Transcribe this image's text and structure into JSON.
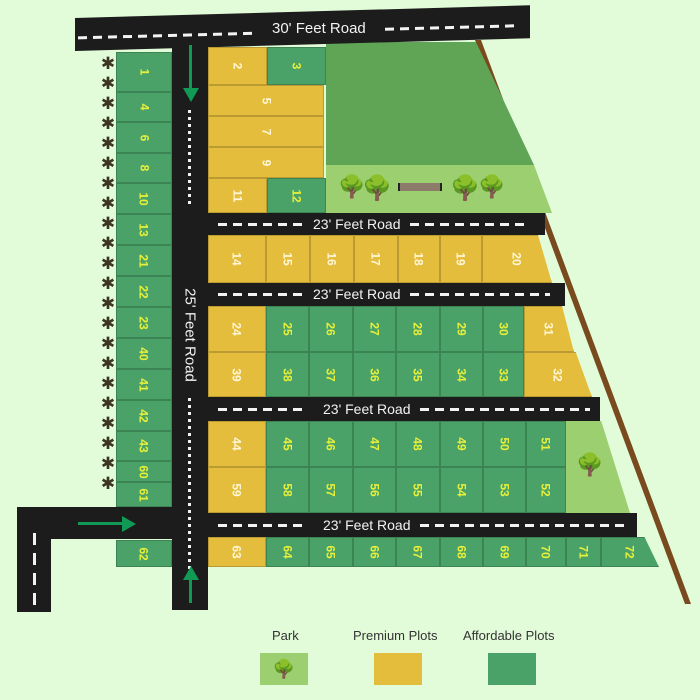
{
  "roads": {
    "top": "30' Feet Road",
    "vertical": "25' Feet Road",
    "h1": "23' Feet Road",
    "h2": "23' Feet Road",
    "h3": "23' Feet Road",
    "h4": "23' Feet Road"
  },
  "plots": {
    "left_column": [
      "1",
      "4",
      "6",
      "8",
      "10",
      "13",
      "21",
      "22",
      "23",
      "40",
      "41",
      "42",
      "43",
      "60",
      "61"
    ],
    "plot_62": "62",
    "block_top": {
      "p2": "2",
      "p3": "3",
      "p5": "5",
      "p7": "7",
      "p9": "9",
      "p11": "11",
      "p12": "12"
    },
    "row_14_20": [
      "14",
      "15",
      "16",
      "17",
      "18",
      "19",
      "20"
    ],
    "row_24_31": [
      "24",
      "25",
      "26",
      "27",
      "28",
      "29",
      "30",
      "31"
    ],
    "row_39_32": [
      "39",
      "38",
      "37",
      "36",
      "35",
      "34",
      "33",
      "32"
    ],
    "row_44_51": [
      "44",
      "45",
      "46",
      "47",
      "48",
      "49",
      "50",
      "51"
    ],
    "row_59_52": [
      "59",
      "58",
      "57",
      "56",
      "55",
      "54",
      "53",
      "52"
    ],
    "row_63_72": [
      "63",
      "64",
      "65",
      "66",
      "67",
      "68",
      "69",
      "70",
      "71",
      "72"
    ]
  },
  "plot_types": {
    "premium": [
      "2",
      "5",
      "7",
      "9",
      "11",
      "14",
      "15",
      "16",
      "17",
      "18",
      "19",
      "20",
      "24",
      "31",
      "39",
      "32",
      "44",
      "59",
      "63"
    ],
    "affordable": [
      "1",
      "3",
      "4",
      "6",
      "8",
      "10",
      "12",
      "13",
      "21",
      "22",
      "23",
      "25",
      "26",
      "27",
      "28",
      "29",
      "30",
      "33",
      "34",
      "35",
      "36",
      "37",
      "38",
      "40",
      "41",
      "42",
      "43",
      "45",
      "46",
      "47",
      "48",
      "49",
      "50",
      "51",
      "52",
      "53",
      "54",
      "55",
      "56",
      "57",
      "58",
      "60",
      "61",
      "62",
      "64",
      "65",
      "66",
      "67",
      "68",
      "69",
      "70",
      "71",
      "72"
    ]
  },
  "legend": {
    "park": "Park",
    "premium": "Premium Plots",
    "affordable": "Affordable Plots"
  },
  "colors": {
    "premium": "#e5bd3c",
    "affordable": "#4ba268",
    "park": "#9ccf6f",
    "road": "#1c1c1c",
    "background": "#e2fcd9",
    "boundary": "#7a4a1f",
    "arrow": "#119a55"
  }
}
